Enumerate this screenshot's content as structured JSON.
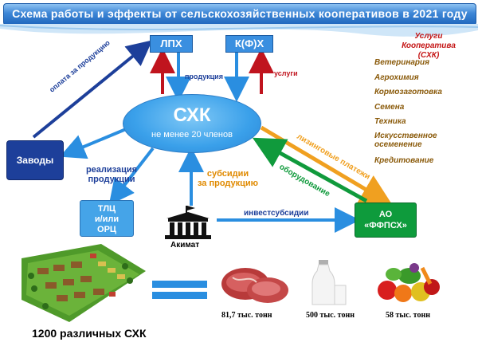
{
  "title": "Схема работы и эффекты от сельскохозяйственных кооперативов в 2021 году",
  "nodes": {
    "lph": "ЛПХ",
    "kfh": "К(Ф)Х",
    "skh_title": "СХК",
    "skh_sub": "не менее 20 членов",
    "zavody": "Заводы",
    "tlc_line1": "ТЛЦ",
    "tlc_line2": "и/или",
    "tlc_line3": "ОРЦ",
    "ao_line1": "АО",
    "ao_line2": "«ФФПСХ»",
    "akimat": "Акимат"
  },
  "labels": {
    "oplata": "оплата за продукцию",
    "produkciya": "продукция",
    "uslugi": "услуги",
    "realizaciya_1": "реализация",
    "realizaciya_2": "продукции",
    "subsidii_1": "субсидии",
    "subsidii_2": "за продукцию",
    "investsubsidii": "инвестсубсидии",
    "lizing": "лизинговые платежи",
    "oborudovanie": "оборудование"
  },
  "services": {
    "title_1": "Услуги",
    "title_2": "Кооператива (СХК)",
    "items": [
      "Ветеринария",
      "Агрохимия",
      "Кормозаготовка",
      "Семена",
      "Техника",
      "Искусственное осеменение",
      "Кредитование"
    ]
  },
  "stats": {
    "meat": "81,7 тыс. тонн",
    "milk": "500 тыс. тонн",
    "veg": "58 тыс. тонн",
    "count": "1200 различных СХК"
  },
  "colors": {
    "arrow_blue": "#2a8ee0",
    "arrow_red": "#c0141e",
    "arrow_green": "#109a3c",
    "arrow_orange": "#f0a020",
    "dark_blue": "#1d3f9a",
    "service_item": "#8a5a0a",
    "service_title": "#c41414"
  }
}
